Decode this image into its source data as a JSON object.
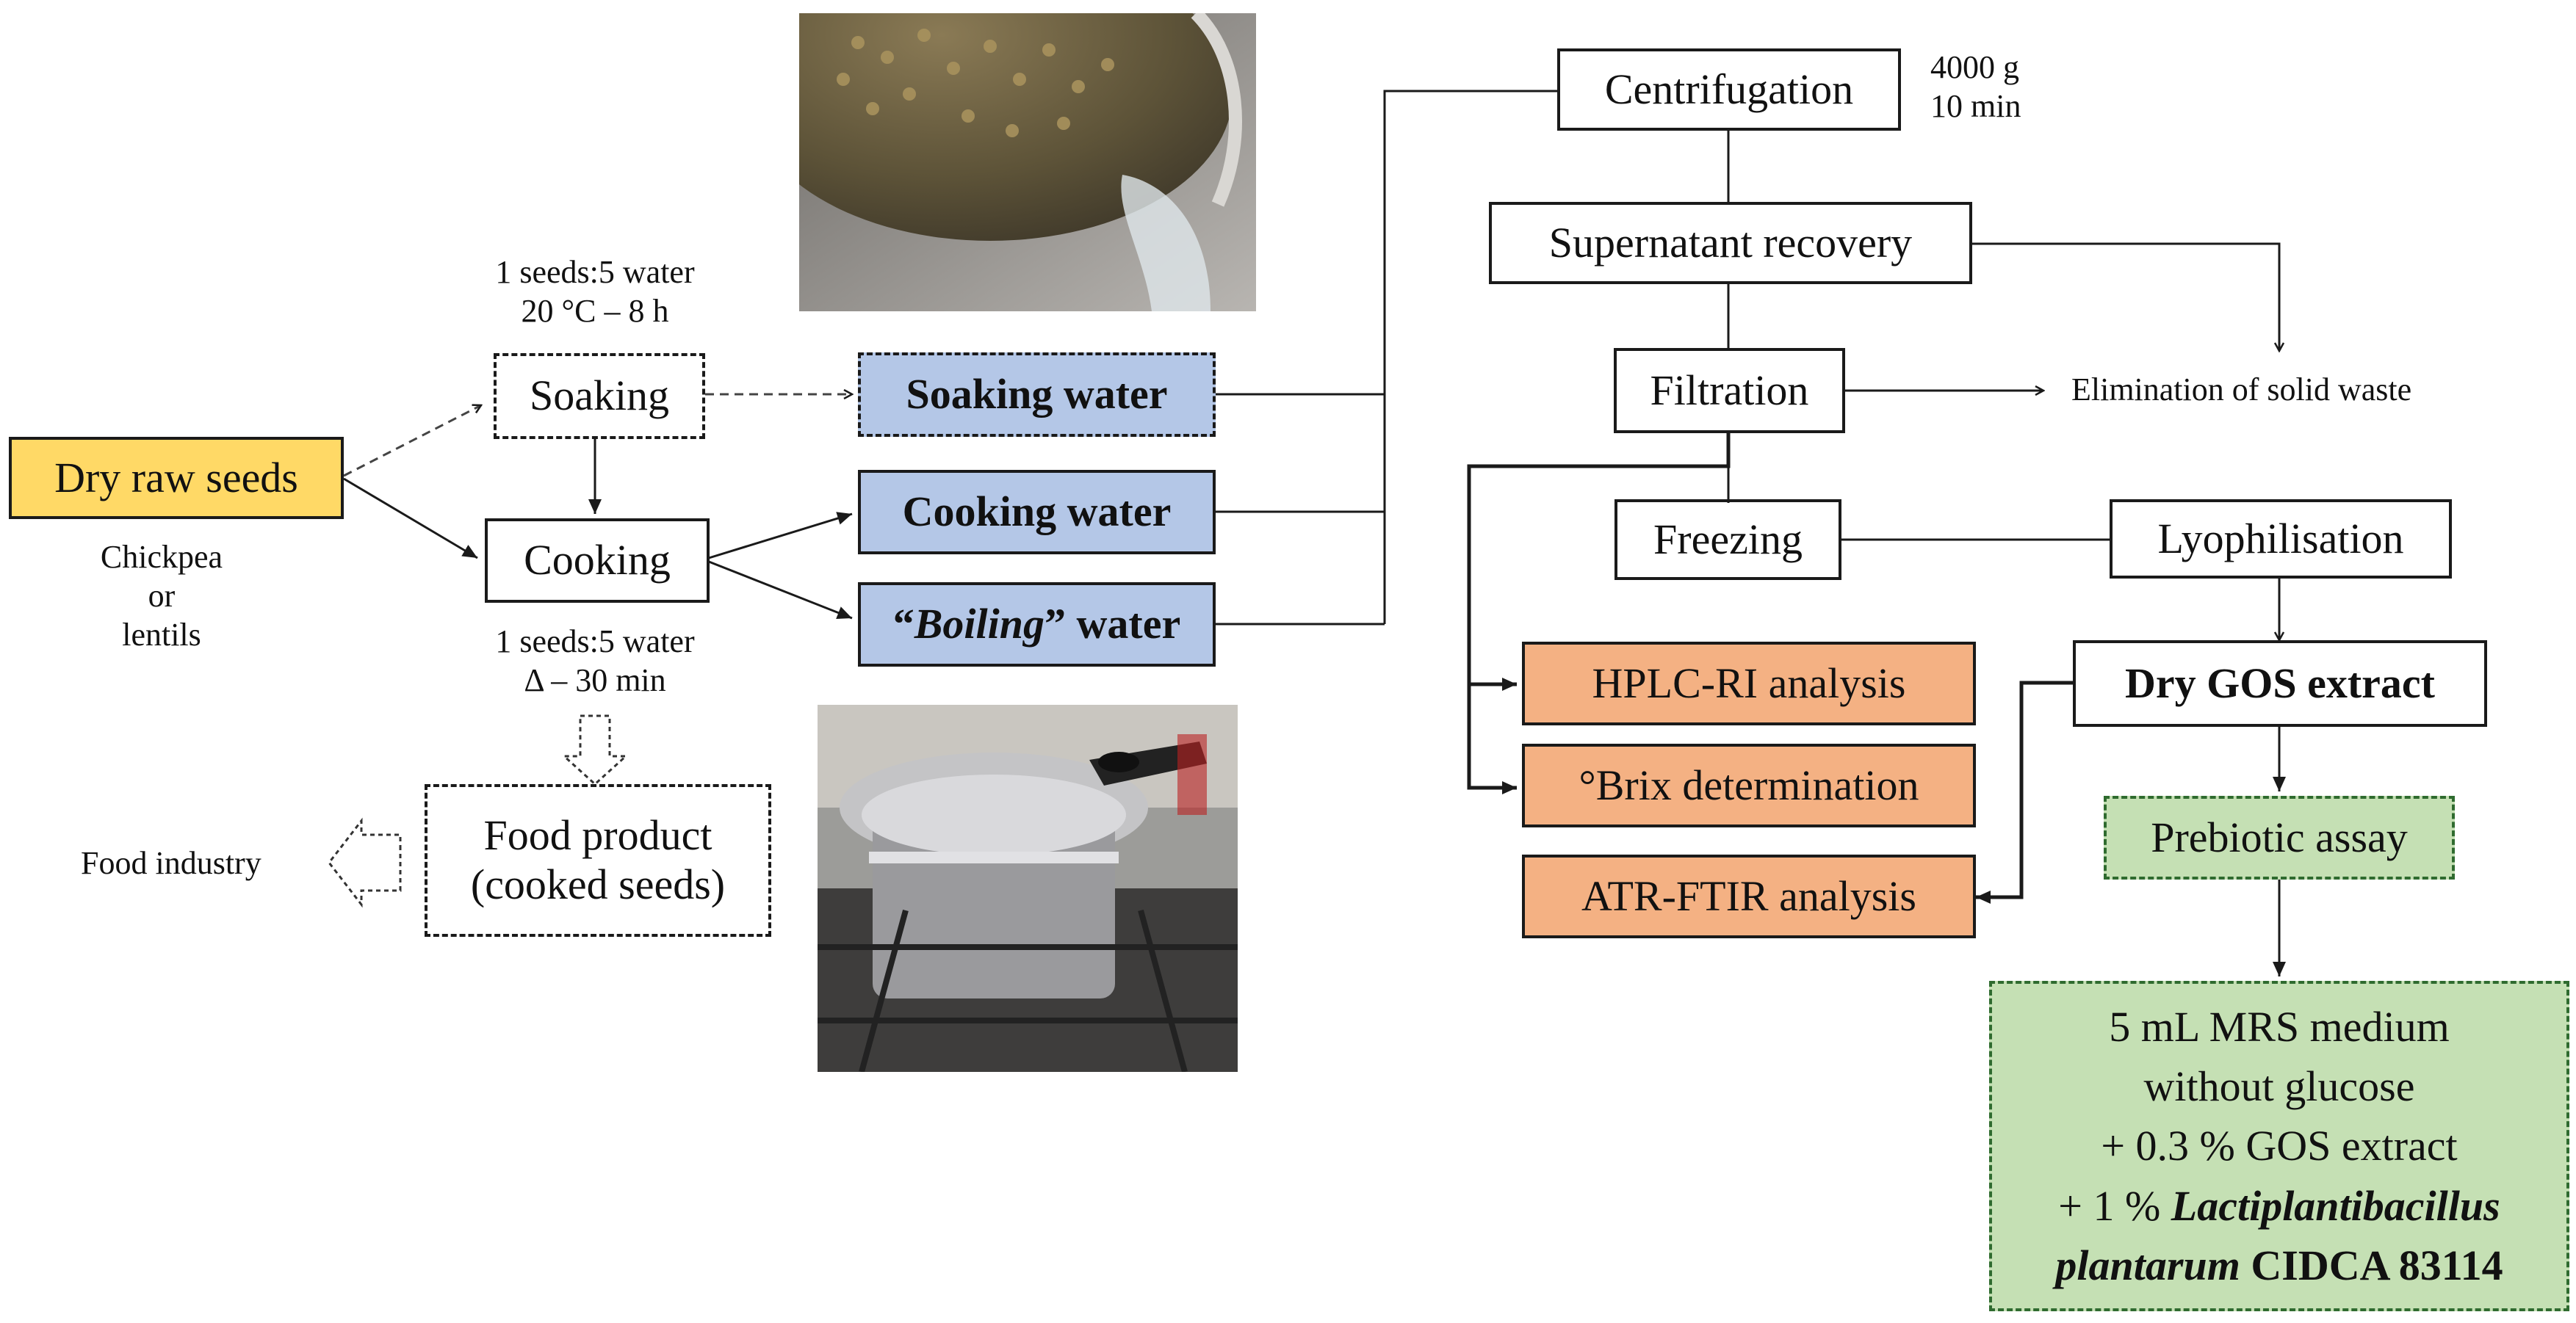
{
  "nodes": {
    "dry_raw_seeds": "Dry raw seeds",
    "soaking": "Soaking",
    "cooking": "Cooking",
    "soaking_water": "Soaking water",
    "cooking_water": "Cooking water",
    "boiling_water_open_quote": "“",
    "boiling_water_italic": "Boiling",
    "boiling_water_close": "” water",
    "food_product_line1": "Food product",
    "food_product_line2": "(cooked seeds)",
    "centrifugation": "Centrifugation",
    "supernatant_recovery": "Supernatant recovery",
    "filtration": "Filtration",
    "freezing": "Freezing",
    "lyophilisation": "Lyophilisation",
    "dry_gos_extract": "Dry GOS extract",
    "prebiotic_assay": "Prebiotic assay",
    "hplc_ri": "HPLC-RI analysis",
    "brix": "°Brix determination",
    "atr_ftir": "ATR-FTIR analysis"
  },
  "labels": {
    "seeds_type_line1": "Chickpea",
    "seeds_type_line2": "or",
    "seeds_type_line3": "lentils",
    "soaking_cond_line1": "1 seeds:5 water",
    "soaking_cond_line2": "20 °C – 8 h",
    "cooking_cond_line1": "1 seeds:5 water",
    "cooking_cond_line2": "Δ – 30 min",
    "food_industry": "Food industry",
    "centrifugation_cond_line1": "4000 g",
    "centrifugation_cond_line2": "10 min",
    "elimination": "Elimination of solid waste"
  },
  "mrs_box": {
    "line1": "5 mL MRS medium",
    "line2": "without glucose",
    "line3": "+ 0.3 % GOS extract",
    "line4_prefix": "+ 1 % ",
    "line4_italic": "Lactiplantibacillus",
    "line5_italic": "plantarum",
    "line5_suffix": " CIDCA 83114"
  },
  "colors": {
    "blue_box": "#b4c7e7",
    "yellow_box": "#ffd966",
    "orange_box": "#f4b183",
    "green_box": "#c5e0b4"
  },
  "photos": {
    "top": "lentils-in-strainer-photo",
    "bottom": "pressure-cooker-photo"
  }
}
